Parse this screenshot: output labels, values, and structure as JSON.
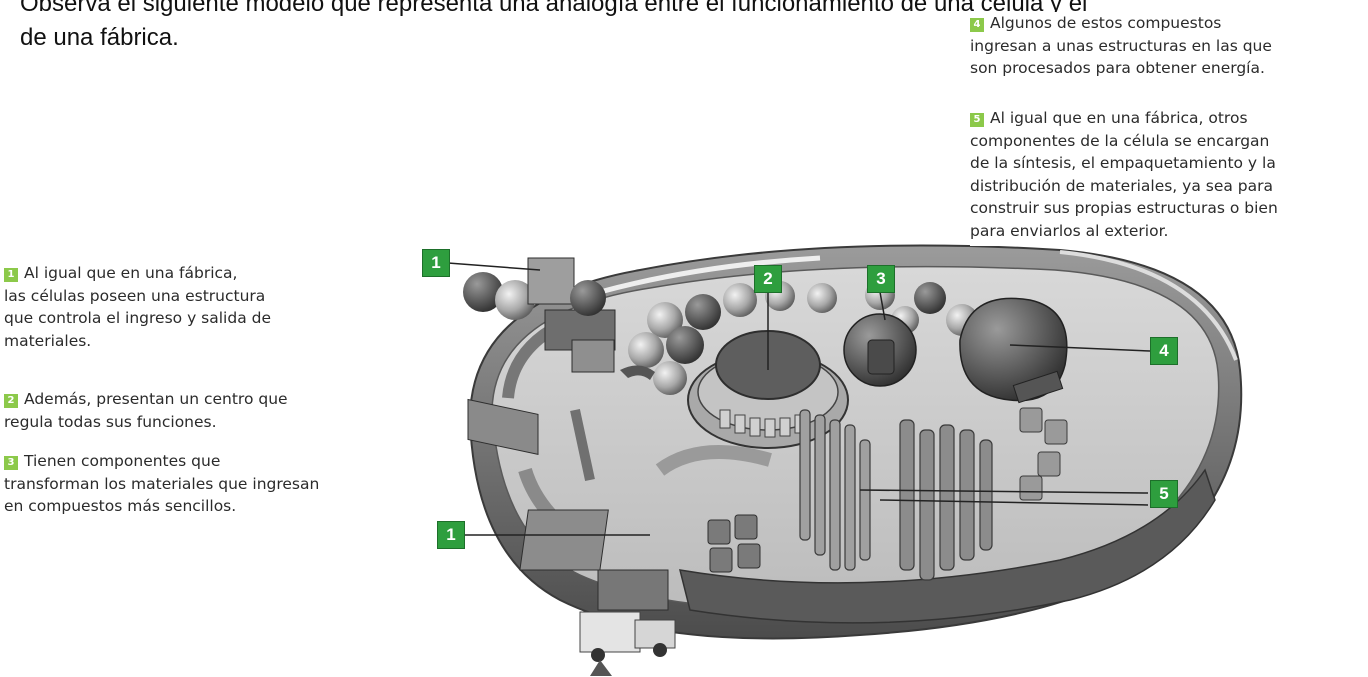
{
  "intro": {
    "line1": "Observa el siguiente modelo que representa una analogía entre el funcionamiento de una célula y el",
    "line2": "de una fábrica."
  },
  "notes": {
    "n1": {
      "number": "1",
      "lines": [
        "Al igual que en una fábrica,",
        "las células poseen una estructura",
        "que controla el ingreso y salida de",
        "materiales."
      ]
    },
    "n2": {
      "number": "2",
      "lines": [
        "Además, presentan un centro que",
        "regula todas sus funciones."
      ]
    },
    "n3": {
      "number": "3",
      "lines": [
        "Tienen componentes que",
        "transforman los materiales que ingresan",
        "en compuestos más sencillos."
      ]
    },
    "n4": {
      "number": "4",
      "lines": [
        "Algunos de estos compuestos",
        "ingresan a unas estructuras en las que",
        "son procesados para obtener energía."
      ]
    },
    "n5": {
      "number": "5",
      "lines": [
        "Al igual que en una fábrica, otros",
        "componentes de la célula se encargan",
        "de la síntesis, el empaquetamiento y la",
        "distribución de materiales, ya sea para",
        "construir sus propias estructuras o bien",
        "para enviarlos al exterior."
      ]
    }
  },
  "callouts": {
    "c1_top": "1",
    "c1_bottom": "1",
    "c2": "2",
    "c3": "3",
    "c4": "4",
    "c5": "5"
  },
  "colors": {
    "callout_green": "#2e9e3e",
    "note_number_green": "#8cc94a",
    "cell_gray": "#8a8a8a"
  }
}
